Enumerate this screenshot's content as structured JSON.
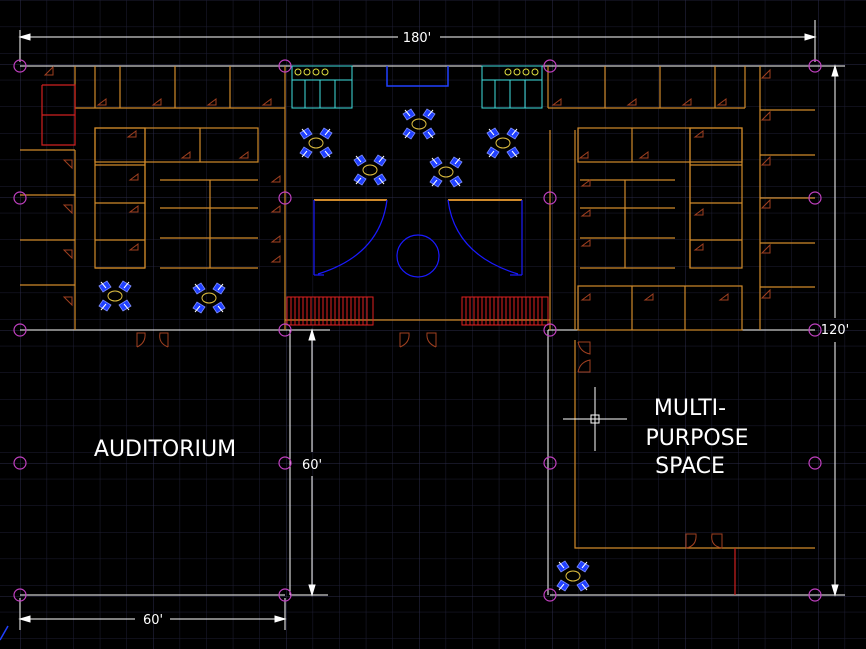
{
  "colors": {
    "background": "#000000",
    "grid": "#22223a",
    "wall": "#d08a2a",
    "dimension": "#ffffff",
    "grip": "#c040c0",
    "seating": "#2040ff",
    "door_arc": "#1a1aff",
    "kitchen": "#40e0e0",
    "stair": "#e02020",
    "red_wall": "#d02020",
    "door_dark": "#a04020"
  },
  "dimensions": {
    "overall_width": "180'",
    "overall_depth": "120'",
    "auditorium_depth": "60'",
    "auditorium_width": "60'"
  },
  "rooms": {
    "auditorium": "AUDITORIUM",
    "multipurpose_lines": [
      "MULTI-",
      "PURPOSE",
      "SPACE"
    ]
  }
}
